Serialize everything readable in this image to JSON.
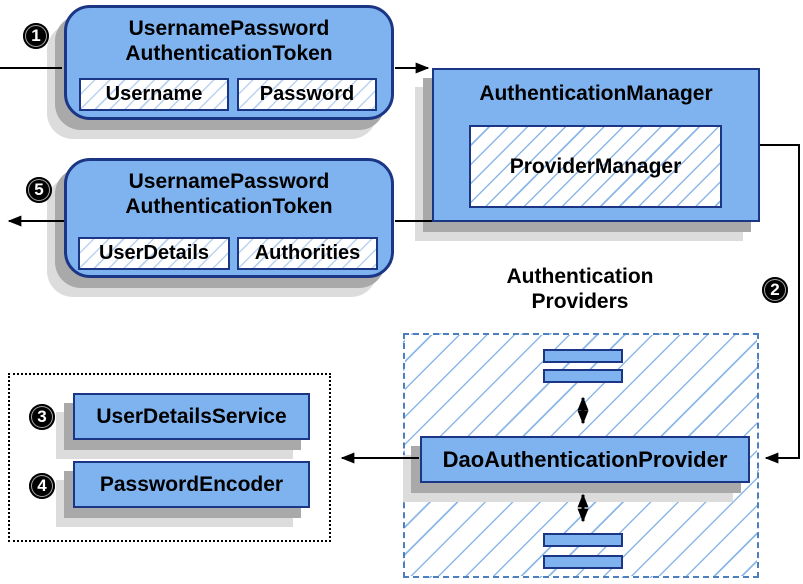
{
  "colors": {
    "node_fill": "#7FB3F0",
    "node_border": "#1B3685",
    "hatch_line_small": "#B9D2F0",
    "hatch_line_large": "#8CB8E8",
    "providers_dash_border": "#4D7FBE",
    "shadow_dark": "#A9A9A9",
    "shadow_light": "#DCDCDC",
    "arrow": "#000000",
    "badge_background": "#000000",
    "badge_text": "#FFFFFF"
  },
  "badges": {
    "step1": "1",
    "step2": "2",
    "step3": "3",
    "step4": "4",
    "step5": "5"
  },
  "request_token": {
    "title_line1": "UsernamePassword",
    "title_line2": "AuthenticationToken",
    "field1": "Username",
    "field2": "Password"
  },
  "authentication_manager": {
    "title": "AuthenticationManager",
    "inner": "ProviderManager"
  },
  "response_token": {
    "title_line1": "UsernamePassword",
    "title_line2": "AuthenticationToken",
    "field1": "UserDetails",
    "field2": "Authorities"
  },
  "providers": {
    "label_line1": "Authentication",
    "label_line2": "Providers",
    "main_provider": "DaoAuthenticationProvider"
  },
  "collaborators": {
    "service1": "UserDetailsService",
    "service2": "PasswordEncoder"
  }
}
